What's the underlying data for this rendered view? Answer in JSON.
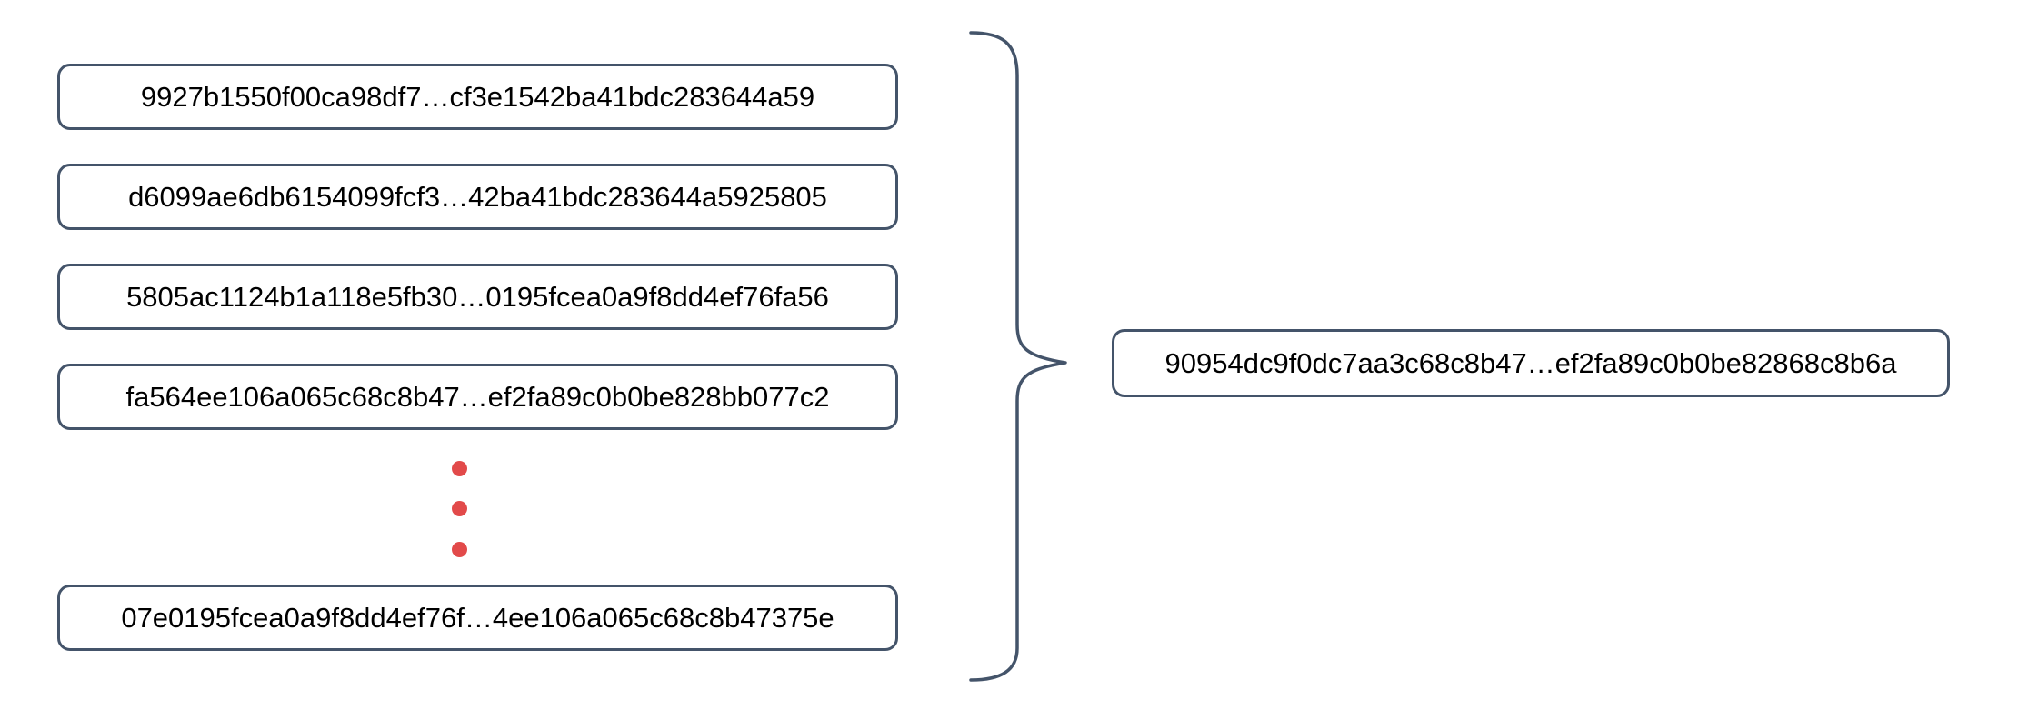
{
  "diagram": {
    "title": "hash-combination-diagram",
    "left_hashes": [
      "9927b1550f00ca98df7…cf3e1542ba41bdc283644a59",
      "d6099ae6db6154099fcf3…42ba41bdc283644a5925805",
      "5805ac1124b1a118e5fb30…0195fcea0a9f8dd4ef76fa56",
      "fa564ee106a065c68c8b47…ef2fa89c0b0be828bb077c2",
      "07e0195fcea0a9f8dd4ef76f…4ee106a065c68c8b47375e"
    ],
    "result_hash": "90954dc9f0dc7aa3c68c8b47…ef2fa89c0b0be82868c8b6a",
    "ellipsis_dot_count": 3,
    "colors": {
      "box_border": "#44546a",
      "brace": "#44546a",
      "dot": "#e24a4a",
      "text": "#000000",
      "background": "#ffffff"
    }
  }
}
